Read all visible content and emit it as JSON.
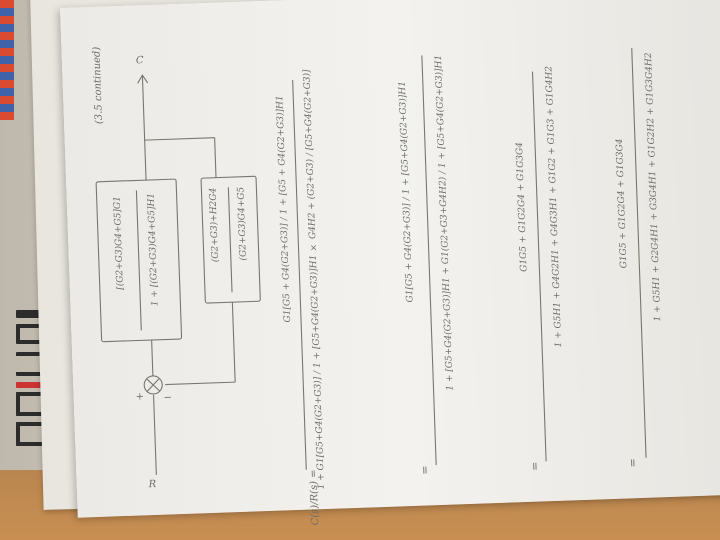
{
  "header": "(3.5 continued)",
  "diagram": {
    "input_label": "R",
    "output_label": "C",
    "plus_sign": "+",
    "minus_sign": "−",
    "forward_block": "[(G2+G3)G4+G5]G1",
    "forward_denominator": "1 + [(G2+G3)G4+G5]H1",
    "feedback_block_top": "(G2+G3)+H2G4",
    "feedback_block_bottom": "(G2+G3)G4+G5"
  },
  "equations": {
    "lhs": "C(s)/R(s) =",
    "step1_numerator": "G1[G5 + G4(G2+G3)] / 1 + [G5 + G4(G2+G3)]H1",
    "step1_denominator": "1 + G1[G5+G4(G2+G3)] / 1 + [G5+G4(G2+G3)]H1 × G4H2 + (G2+G3) / [G5+G4(G2+G3)]",
    "step2_equals": "=",
    "step2_numerator": "G1[G5 + G4(G2+G3)] / 1 + [G5+G4(G2+G3)]H1",
    "step2_denominator": "1 + [G5+G4(G2+G3)]H1 + G1(G2+G3+G4H2) / 1 + [G5+G4(G2+G3)]H1",
    "step3_equals": "=",
    "step3_numerator": "G1G5 + G1G2G4 + G1G3G4",
    "step3_denominator": "1 + G5H1 + G4G2H1 + G4G3H1 + G1G2 + G1G3 + G1G4H2",
    "step4_equals": "=",
    "step4_numerator": "G1G5 + G1G2G4 + G1G3G4",
    "step4_denominator": "1 + G5H1 + G2G4H1 + G3G4H1 + G1G2H2 + G1G3G4H2"
  }
}
